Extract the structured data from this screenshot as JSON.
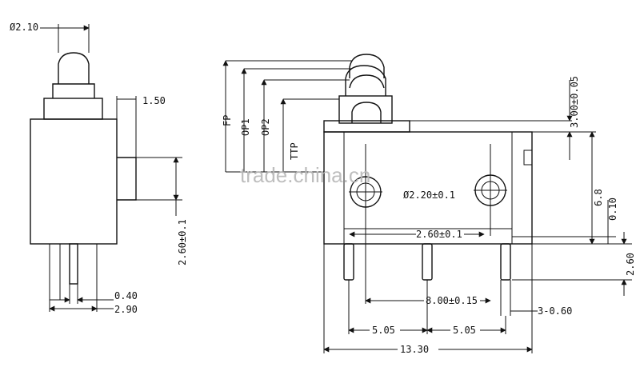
{
  "watermark": "trade.china.cn",
  "labels": {
    "plunger_dia": "Ø2.10",
    "side_offset": "1.50",
    "terminal_thickness": "0.40",
    "terminal_width": "2.90",
    "side_height": "2.60±0.1",
    "fp": "FP",
    "op1": "OP1",
    "op2": "OP2",
    "ttp": "TTP",
    "hole_dia": "Ø2.20±0.1",
    "hole_offset": "2.60±0.1",
    "top_dim": "3.00±0.05",
    "right_dim": "6.8",
    "right_small": "0.10",
    "right_pin": "2.60",
    "pitch_total": "8.00±0.15",
    "pin_dia": "3-0.60",
    "pitch_left": "5.05",
    "pitch_right": "5.05",
    "overall_length": "13.30"
  }
}
